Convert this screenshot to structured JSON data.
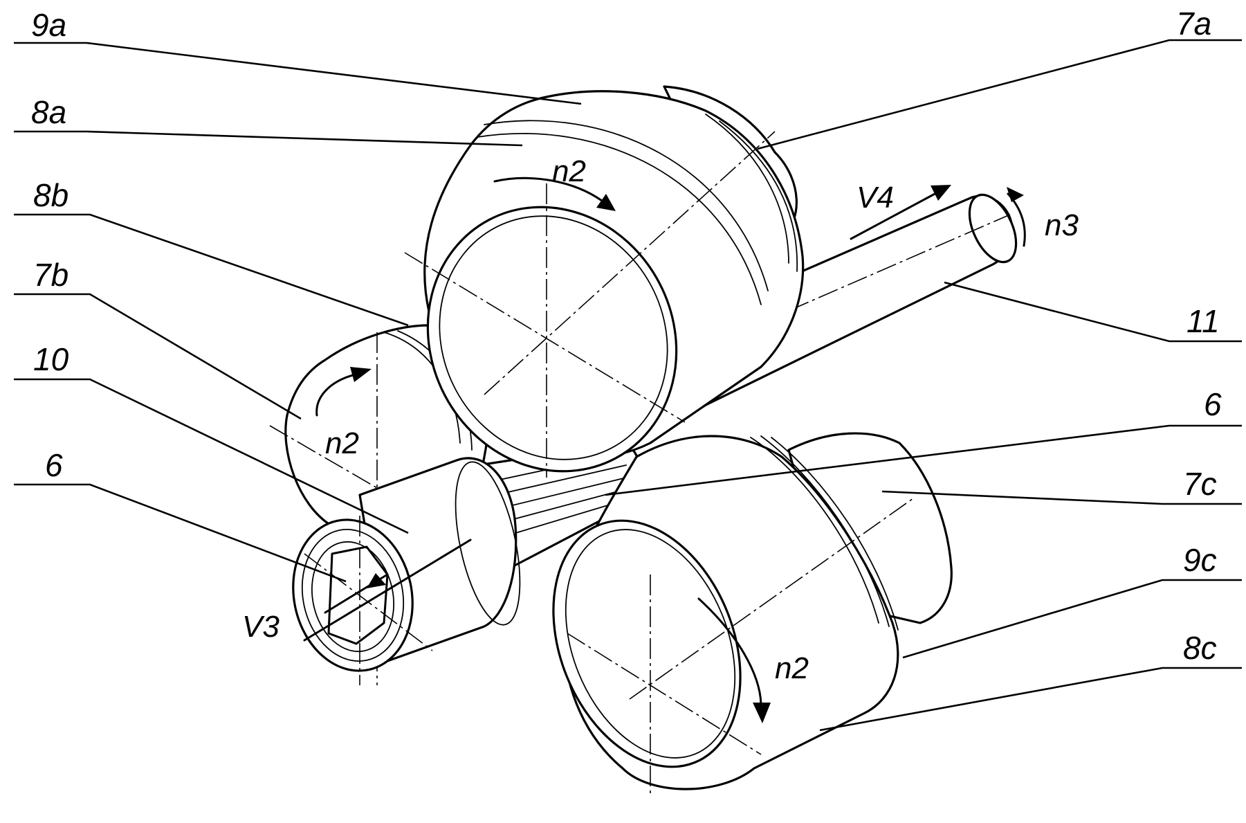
{
  "labels": {
    "l_9a": "9a",
    "l_8a": "8a",
    "l_8b": "8b",
    "l_7b": "7b",
    "l_10": "10",
    "l_6_left": "6",
    "l_7a": "7a",
    "l_11": "11",
    "l_6_right": "6",
    "l_7c": "7c",
    "l_9c": "9c",
    "l_8c": "8c"
  },
  "annotations": {
    "n2_top": "n2",
    "n2_left": "n2",
    "n2_bottom": "n2",
    "n3": "n3",
    "v4": "V4",
    "v3": "V3"
  }
}
